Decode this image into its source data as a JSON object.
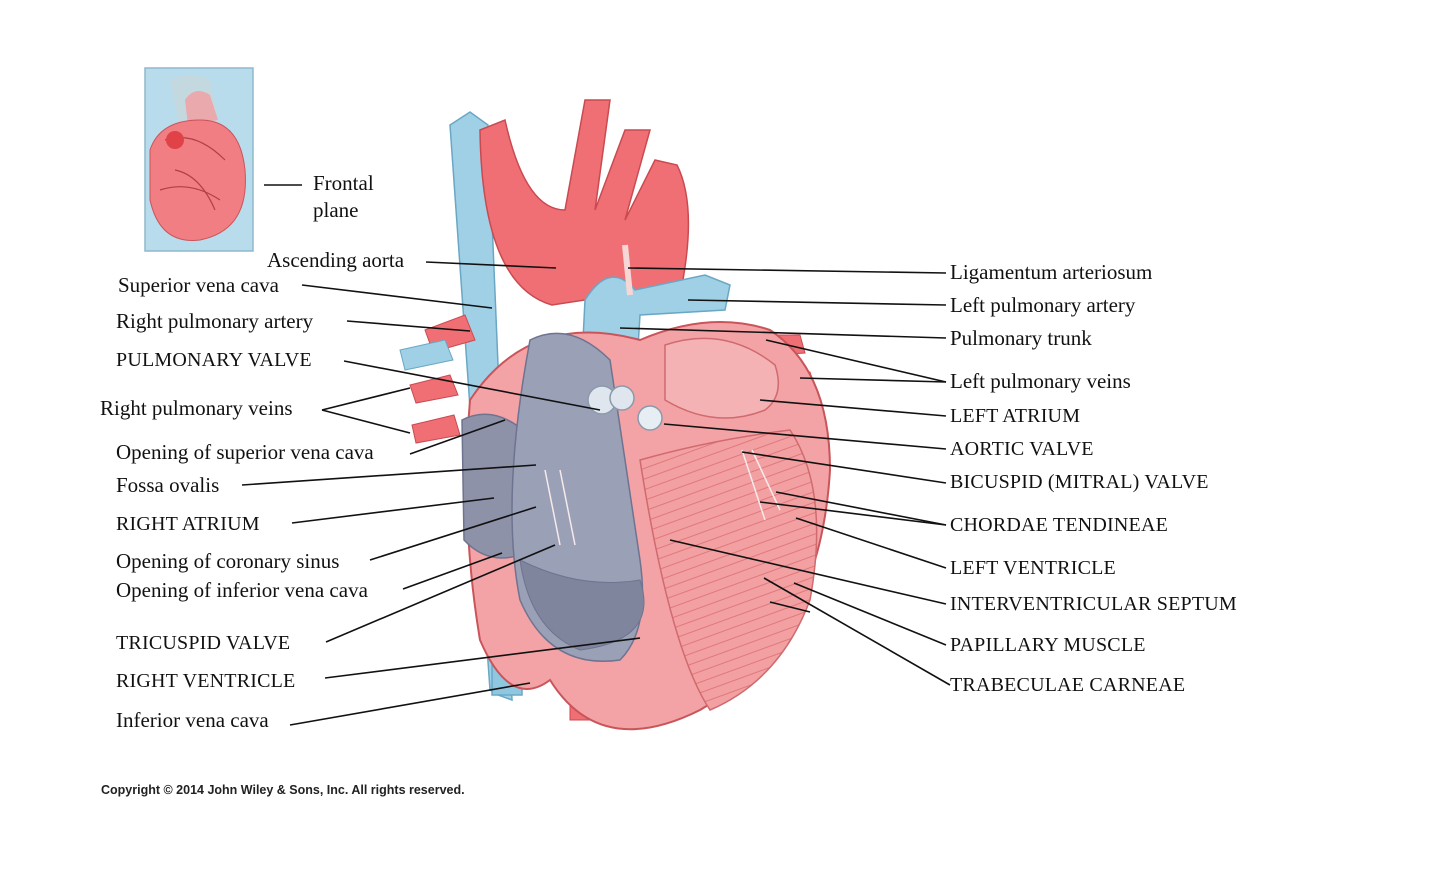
{
  "colors": {
    "artery_red": "#ef6f74",
    "vein_blue": "#9fd0e6",
    "muscle_pink": "#f3a3a5",
    "chamber_gray": "#8e92a8",
    "leader_line": "#111111"
  },
  "inset": {
    "caption_line1": "Frontal",
    "caption_line2": "plane"
  },
  "labels_left": {
    "ascending_aorta": "Ascending aorta",
    "superior_vena_cava": "Superior vena cava",
    "right_pulmonary_artery": "Right pulmonary artery",
    "pulmonary_valve": "PULMONARY VALVE",
    "right_pulmonary_veins": "Right pulmonary veins",
    "opening_superior_vena_cava": "Opening of superior vena cava",
    "fossa_ovalis": "Fossa ovalis",
    "right_atrium": "RIGHT ATRIUM",
    "opening_coronary_sinus": "Opening of coronary sinus",
    "opening_inferior_vena_cava": "Opening of inferior vena cava",
    "tricuspid_valve": "TRICUSPID VALVE",
    "right_ventricle": "RIGHT VENTRICLE",
    "inferior_vena_cava": "Inferior vena cava"
  },
  "labels_right": {
    "ligamentum_arteriosum": "Ligamentum arteriosum",
    "left_pulmonary_artery": "Left pulmonary artery",
    "pulmonary_trunk": "Pulmonary trunk",
    "left_pulmonary_veins": "Left pulmonary veins",
    "left_atrium": "LEFT ATRIUM",
    "aortic_valve": "AORTIC VALVE",
    "bicuspid_valve": "BICUSPID (MITRAL) VALVE",
    "chordae_tendineae": "CHORDAE TENDINEAE",
    "left_ventricle": "LEFT VENTRICLE",
    "interventricular_septum": "INTERVENTRICULAR SEPTUM",
    "papillary_muscle": "PAPILLARY MUSCLE",
    "trabeculae_carneae": "TRABECULAE CARNEAE"
  },
  "copyright": "Copyright © 2014 John Wiley & Sons, Inc. All rights reserved."
}
